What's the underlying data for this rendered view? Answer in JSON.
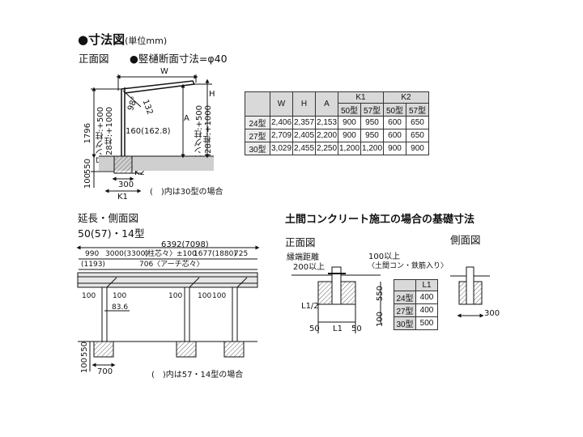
{
  "header": {
    "title": "●寸法図",
    "unit": "(単位mm)"
  },
  "front": {
    "label": "正面図",
    "pillar_note": "●竪樋断面寸法=φ40",
    "W": "W",
    "H": "H",
    "A": "A",
    "dim_132": "132",
    "dim_98": "98°",
    "dim_160": "160(162.8)",
    "dim_1796": "1796",
    "dim_100": "100",
    "dim_550": "550",
    "dim_300": "300",
    "K1": "K1",
    "K2": "K2",
    "left_long": "ロング柱:+500",
    "left_h28": "H28柱:+1000",
    "right_long": "ロング柱:+500",
    "right_h28": "H28柱:+1000",
    "note": "(　)内は30型の場合"
  },
  "spec_table": {
    "h_W": "W",
    "h_H": "H",
    "h_A": "A",
    "h_K1": "K1",
    "h_K2": "K2",
    "sub50a": "50型",
    "sub57a": "57型",
    "sub50b": "50型",
    "sub57b": "57型",
    "rows": [
      {
        "label": "24型",
        "W": "2,406",
        "H": "2,357",
        "A": "2,153",
        "K1_50": "900",
        "K1_57": "950",
        "K2_50": "600",
        "K2_57": "650"
      },
      {
        "label": "27型",
        "W": "2,709",
        "H": "2,405",
        "A": "2,200",
        "K1_50": "900",
        "K1_57": "950",
        "K2_50": "600",
        "K2_57": "650"
      },
      {
        "label": "30型",
        "W": "3,029",
        "H": "2,455",
        "A": "2,250",
        "K1_50": "1,200",
        "K1_57": "1,200",
        "K2_50": "900",
        "K2_57": "900"
      }
    ]
  },
  "side": {
    "title": "延長・側面図",
    "model": "50(57)・14型",
    "total": "6392(7098)",
    "d990": "990",
    "d3000": "3000(3300)",
    "pitch": "〈柱芯々〉±100",
    "d1677": "1677(1880)",
    "d725": "725",
    "d1193": "(1193)",
    "arch": "706〈アーチ芯々〉",
    "d100a": "100",
    "d100b": "100",
    "d100c": "100",
    "d100d": "100",
    "d100e": "100",
    "d83": "83.6",
    "d100v": "100",
    "d550v": "550",
    "d700": "700",
    "note": "(　)内は57・14型の場合"
  },
  "concrete": {
    "title": "土間コンクリート施工の場合の基礎寸法",
    "front_label": "正面図",
    "side_label": "側面図",
    "edge": "縁端距離",
    "edge_val": "200以上",
    "min100": "100以上",
    "rebar": "〈土間コン・鉄筋入り〉",
    "L1": "L1",
    "L1half": "L1/2",
    "d50a": "50",
    "d50b": "50",
    "d100": "100",
    "d550": "550",
    "d300": "300",
    "table_head": "L1",
    "rows": [
      {
        "label": "24型",
        "val": "400"
      },
      {
        "label": "27型",
        "val": "400"
      },
      {
        "label": "30型",
        "val": "500"
      }
    ]
  }
}
